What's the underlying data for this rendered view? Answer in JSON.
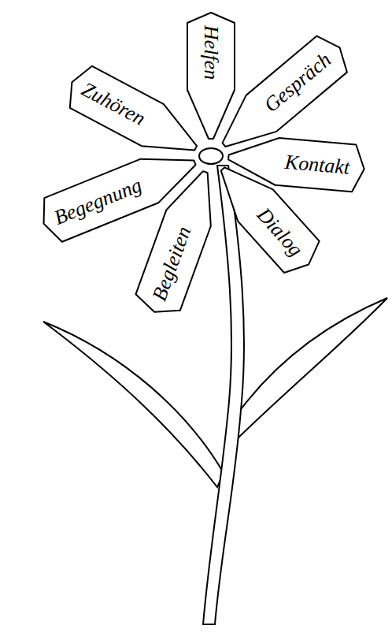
{
  "diagram": {
    "nodes": [
      {
        "text": [
          "Helfen"
        ]
      },
      {
        "text": [
          "Zuhören"
        ]
      },
      {
        "text": [
          "Gespräch"
        ]
      },
      {
        "text": [
          "Kontakt"
        ]
      },
      {
        "text": [
          "Begegnung"
        ]
      },
      {
        "text": [
          "Dialog"
        ]
      },
      {
        "text": [
          "Begleiten"
        ]
      }
    ]
  }
}
